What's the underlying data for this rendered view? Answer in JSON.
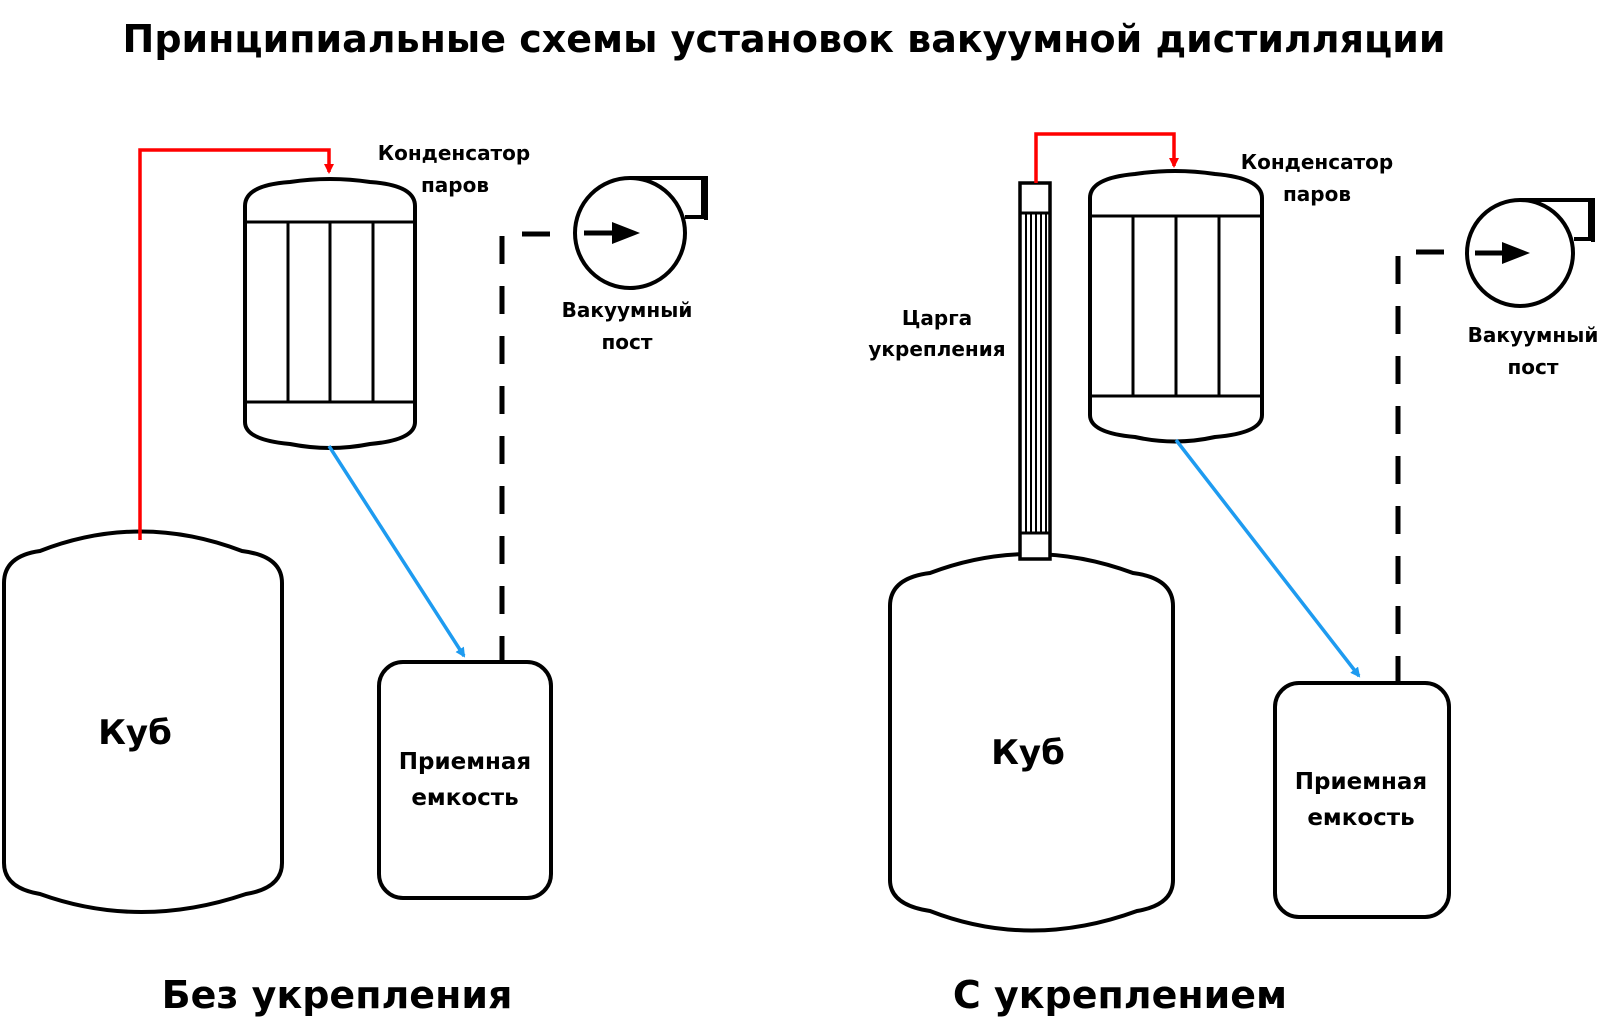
{
  "title": "Принципиальные схемы установок вакуумной дистилляции",
  "left": {
    "caption": "Без укрепления",
    "still_label": "Куб",
    "condenser_label": [
      "Конденсатор",
      "паров"
    ],
    "pump_label": [
      "Вакуумный",
      "пост"
    ],
    "receiver_label": [
      "Приемная",
      "емкость"
    ]
  },
  "right": {
    "caption": "С укреплением",
    "still_label": "Куб",
    "column_label": [
      "Царга",
      "укрепления"
    ],
    "condenser_label": [
      "Конденсатор",
      "паров"
    ],
    "pump_label": [
      "Вакуумный",
      "пост"
    ],
    "receiver_label": [
      "Приемная",
      "емкость"
    ]
  },
  "colors": {
    "vapor_line": "#ff0000",
    "condensate_line": "#1e9bf0",
    "vacuum_line": "#000000"
  }
}
